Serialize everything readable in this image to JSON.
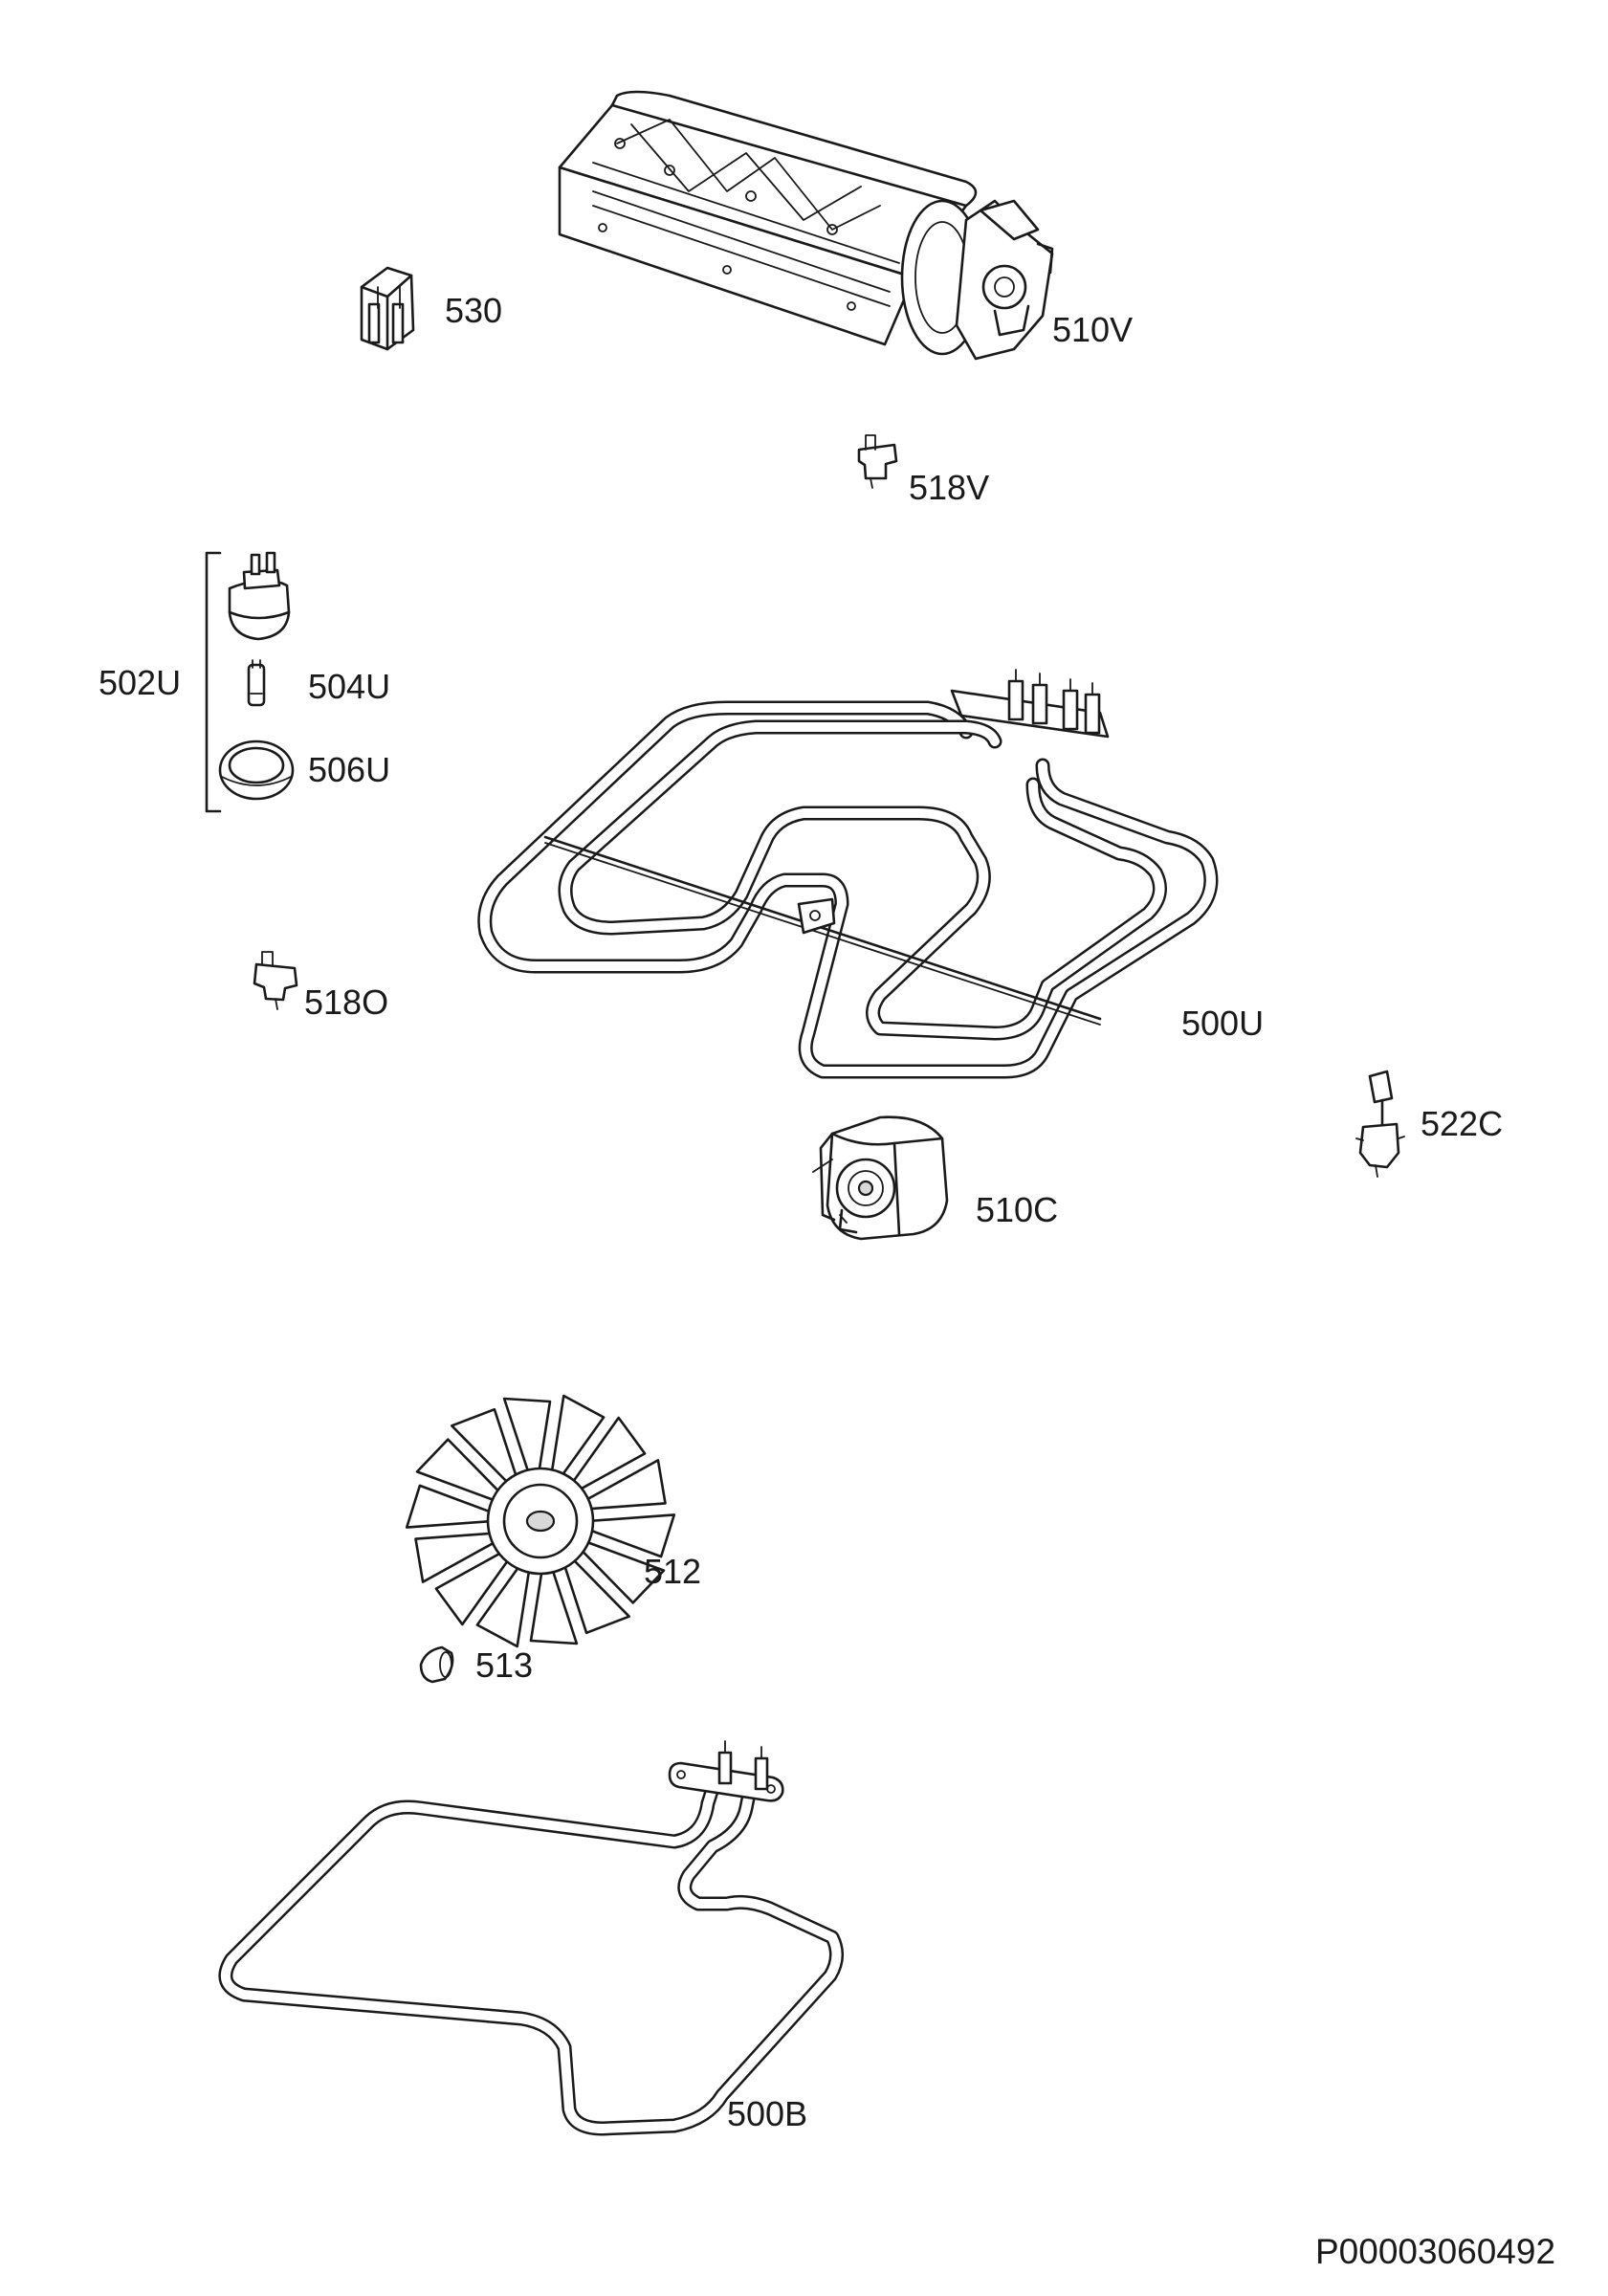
{
  "labels": {
    "p530": "530",
    "p510V": "510V",
    "p518V": "518V",
    "p502U": "502U",
    "p504U": "504U",
    "p506U": "506U",
    "p500U": "500U",
    "p518O": "518O",
    "p522C": "522C",
    "p510C": "510C",
    "p512": "512",
    "p513": "513",
    "p500B": "500B"
  },
  "document_code": "P00003060492"
}
